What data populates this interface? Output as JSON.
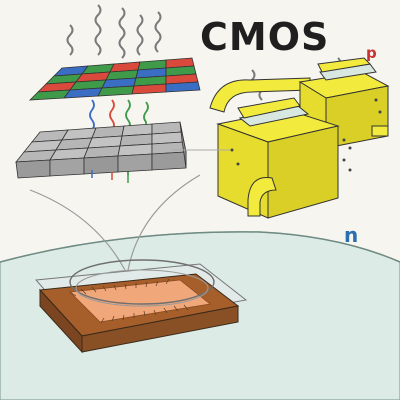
{
  "labels": {
    "title": "CMOS",
    "p_label": "p",
    "n_label": "n"
  },
  "colors": {
    "background": "#f6f5f0",
    "filter_red": "#d94a3c",
    "filter_green": "#3f9a4a",
    "filter_blue": "#3a6dc4",
    "pixel_gray": "#a9a9a9",
    "transistor_yellow": "#f2ea3c",
    "chip_brown": "#a65f2a",
    "die_orange": "#f0a77a",
    "label_p": "#c9332f",
    "label_n": "#2b6fb0"
  },
  "icons": {
    "light_rays": "wavy-light-ray-icon"
  }
}
